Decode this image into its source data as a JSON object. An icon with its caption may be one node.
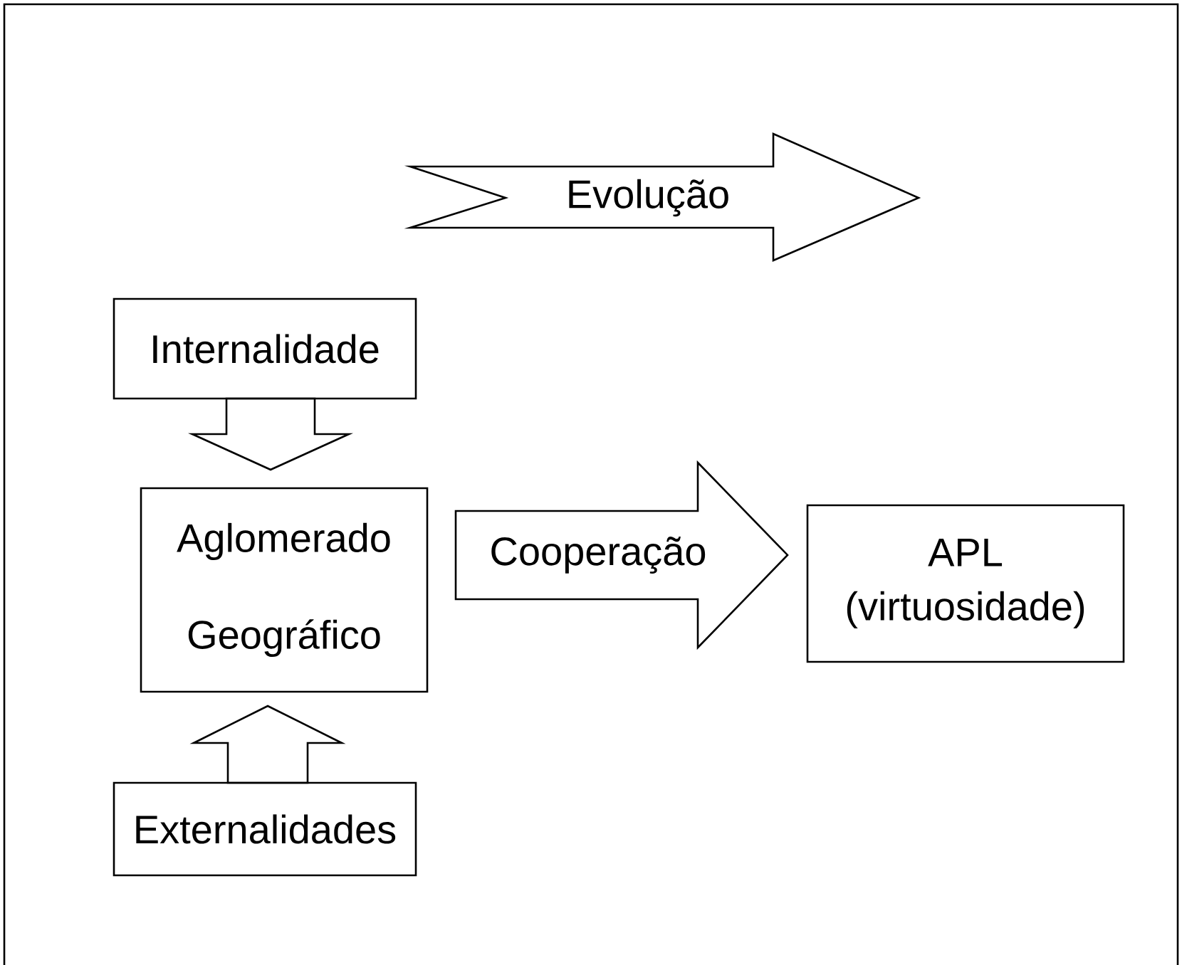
{
  "diagram": {
    "nodes": [
      {
        "text": [
          "Evolução"
        ]
      },
      {
        "text": [
          "Internalidade"
        ]
      },
      {
        "text": [
          "Aglomerado Geográfico"
        ]
      },
      {
        "text": [
          "APL (virtuosidade)"
        ]
      },
      {
        "text": [
          "Externalidades"
        ]
      }
    ],
    "edges": [
      {
        "from": 1,
        "to": 2,
        "arrow": "to"
      },
      {
        "from": 2,
        "to": 3,
        "arrow": "to",
        "label": "Cooperação"
      },
      {
        "from": 4,
        "to": 2,
        "arrow": "to"
      }
    ]
  }
}
